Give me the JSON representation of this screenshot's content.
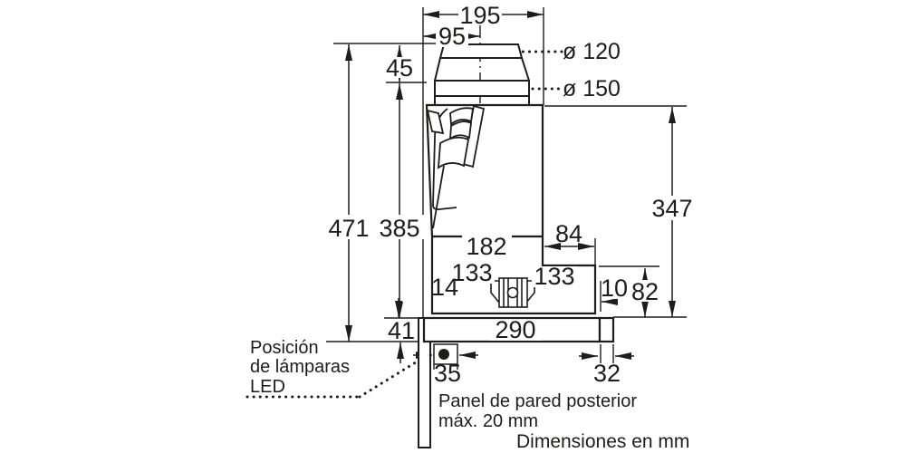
{
  "drawing": {
    "type": "technical-dimension-diagram",
    "unit_note": "Dimensiones en mm",
    "dims": {
      "w195": "195",
      "w95": "95",
      "h45": "45",
      "h471": "471",
      "h385": "385",
      "h347": "347",
      "w182": "182",
      "w84": "84",
      "w133l": "133",
      "w133r": "133",
      "w14": "14",
      "w10": "10",
      "h82": "82",
      "h41": "41",
      "w290": "290",
      "w35": "35",
      "w32": "32",
      "d120": "ø 120",
      "d150": "ø 150"
    },
    "notes": {
      "led1": "Posición",
      "led2": "de lámparas",
      "led3": "LED",
      "panel1": "Panel de pared posterior",
      "panel2": "máx. 20 mm"
    },
    "colors": {
      "line": "#1d1d1b",
      "bg": "#ffffff"
    }
  }
}
